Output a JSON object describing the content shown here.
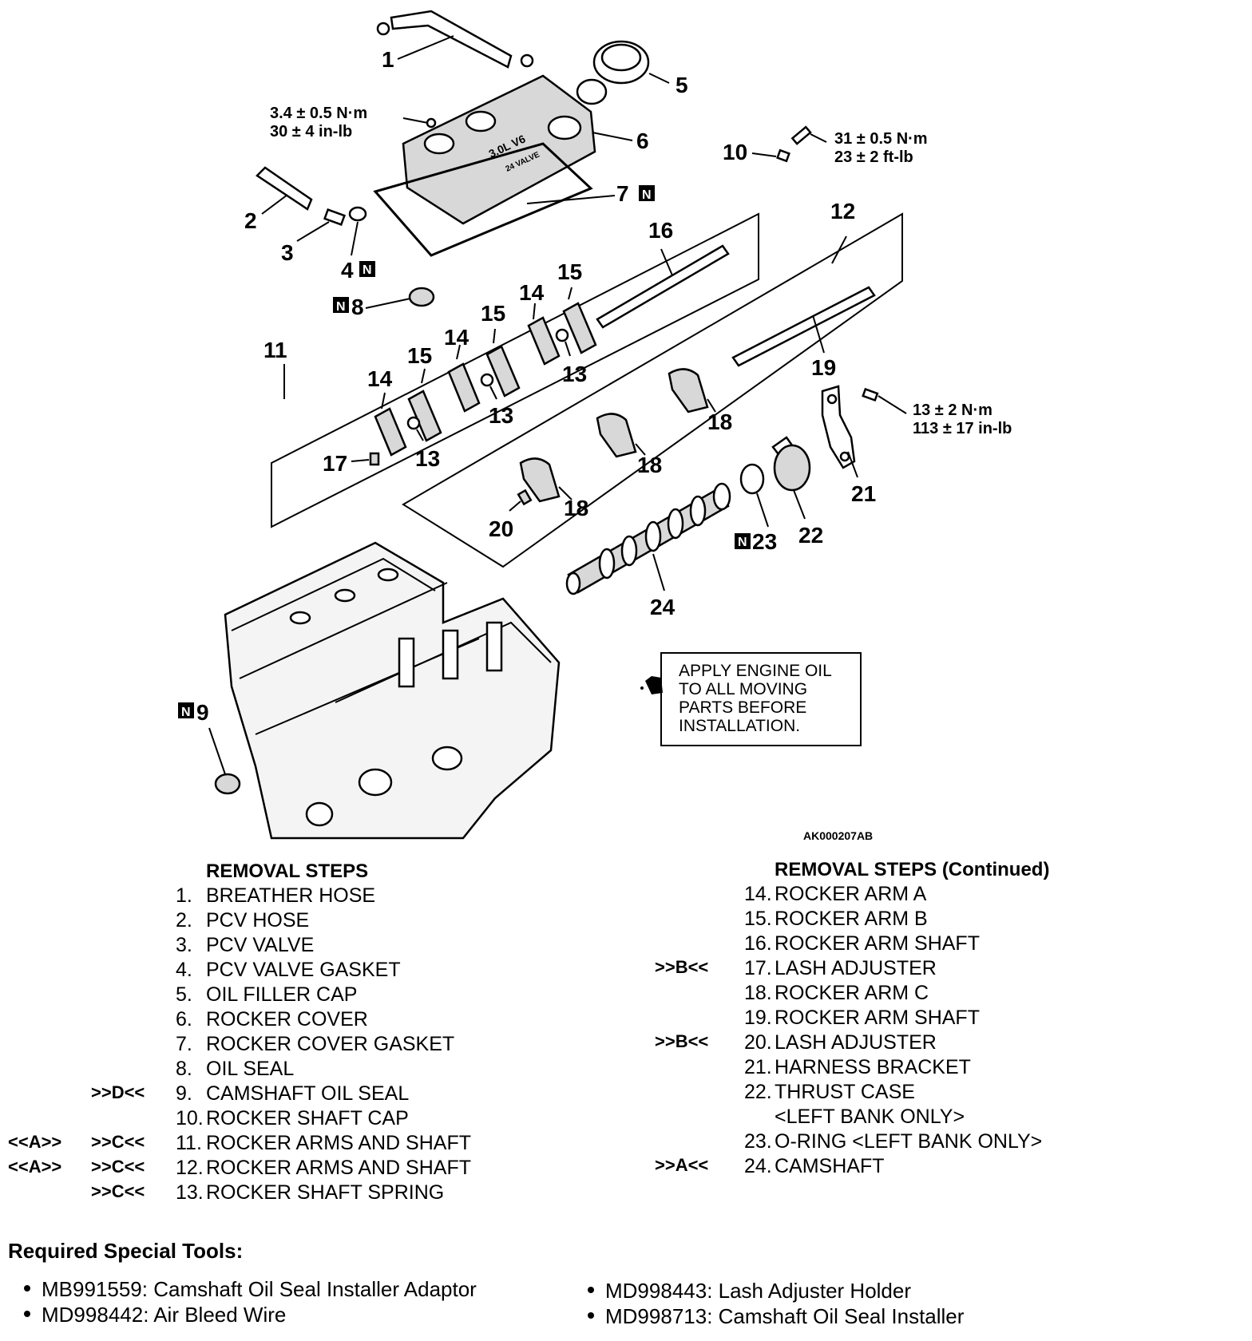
{
  "callouts": {
    "c1": "1",
    "c2": "2",
    "c3": "3",
    "c4": "4",
    "c5": "5",
    "c6": "6",
    "c7": "7",
    "c8": "8",
    "c9": "9",
    "c10": "10",
    "c11": "11",
    "c12": "12",
    "c13a": "13",
    "c13b": "13",
    "c13c": "13",
    "c14a": "14",
    "c14b": "14",
    "c14c": "14",
    "c15a": "15",
    "c15b": "15",
    "c15c": "15",
    "c16": "16",
    "c17": "17",
    "c18a": "18",
    "c18b": "18",
    "c18c": "18",
    "c19": "19",
    "c20": "20",
    "c21": "21",
    "c22": "22",
    "c23": "23",
    "c24": "24",
    "n_marker": "N"
  },
  "torques": {
    "t1_line1": "3.4 ± 0.5 N·m",
    "t1_line2": "30 ± 4 in-lb",
    "t2_line1": "31 ± 0.5 N·m",
    "t2_line2": "23 ± 2 ft-lb",
    "t3_line1": "13 ± 2 N·m",
    "t3_line2": "113 ± 17 in-lb"
  },
  "cover_marking": {
    "line1": "3.0L V6",
    "line2": "24 VALVE"
  },
  "note": {
    "line1": "APPLY ENGINE OIL",
    "line2": "TO ALL MOVING",
    "line3": "PARTS BEFORE",
    "line4": "INSTALLATION."
  },
  "figure_code": "AK000207AB",
  "removal_steps": {
    "title": "REMOVAL STEPS",
    "items": [
      {
        "pre1": "",
        "pre2": "",
        "num": "1.",
        "text": "BREATHER HOSE"
      },
      {
        "pre1": "",
        "pre2": "",
        "num": "2.",
        "text": "PCV HOSE"
      },
      {
        "pre1": "",
        "pre2": "",
        "num": "3.",
        "text": "PCV VALVE"
      },
      {
        "pre1": "",
        "pre2": "",
        "num": "4.",
        "text": "PCV VALVE GASKET"
      },
      {
        "pre1": "",
        "pre2": "",
        "num": "5.",
        "text": "OIL FILLER CAP"
      },
      {
        "pre1": "",
        "pre2": "",
        "num": "6.",
        "text": "ROCKER COVER"
      },
      {
        "pre1": "",
        "pre2": "",
        "num": "7.",
        "text": "ROCKER COVER GASKET"
      },
      {
        "pre1": "",
        "pre2": "",
        "num": "8.",
        "text": "OIL SEAL"
      },
      {
        "pre1": "",
        "pre2": ">>D<<",
        "num": "9.",
        "text": "CAMSHAFT OIL SEAL"
      },
      {
        "pre1": "",
        "pre2": "",
        "num": "10.",
        "text": "ROCKER SHAFT CAP"
      },
      {
        "pre1": "<<A>>",
        "pre2": ">>C<<",
        "num": "11.",
        "text": "ROCKER ARMS AND SHAFT"
      },
      {
        "pre1": "<<A>>",
        "pre2": ">>C<<",
        "num": "12.",
        "text": "ROCKER ARMS AND SHAFT"
      },
      {
        "pre1": "",
        "pre2": ">>C<<",
        "num": "13.",
        "text": "ROCKER SHAFT SPRING"
      }
    ]
  },
  "removal_steps_continued": {
    "title": "REMOVAL STEPS (Continued)",
    "items": [
      {
        "pre": "",
        "num": "14.",
        "text": "ROCKER ARM A"
      },
      {
        "pre": "",
        "num": "15.",
        "text": "ROCKER ARM B"
      },
      {
        "pre": "",
        "num": "16.",
        "text": "ROCKER ARM SHAFT"
      },
      {
        "pre": ">>B<<",
        "num": "17.",
        "text": "LASH ADJUSTER"
      },
      {
        "pre": "",
        "num": "18.",
        "text": "ROCKER ARM C"
      },
      {
        "pre": "",
        "num": "19.",
        "text": "ROCKER ARM SHAFT"
      },
      {
        "pre": ">>B<<",
        "num": "20.",
        "text": "LASH ADJUSTER"
      },
      {
        "pre": "",
        "num": "21.",
        "text": "HARNESS BRACKET"
      },
      {
        "pre": "",
        "num": "22.",
        "text": "THRUST CASE"
      },
      {
        "pre": "",
        "num": "",
        "text": "<LEFT BANK ONLY>"
      },
      {
        "pre": "",
        "num": "23.",
        "text": "O-RING <LEFT BANK ONLY>"
      },
      {
        "pre": ">>A<<",
        "num": "24.",
        "text": "CAMSHAFT"
      }
    ]
  },
  "special_tools": {
    "title": "Required Special Tools:",
    "items": [
      "MB991559: Camshaft Oil Seal Installer Adaptor",
      "MD998442: Air Bleed Wire",
      "MD998443: Lash Adjuster Holder",
      "MD998713: Camshaft Oil Seal Installer"
    ]
  }
}
